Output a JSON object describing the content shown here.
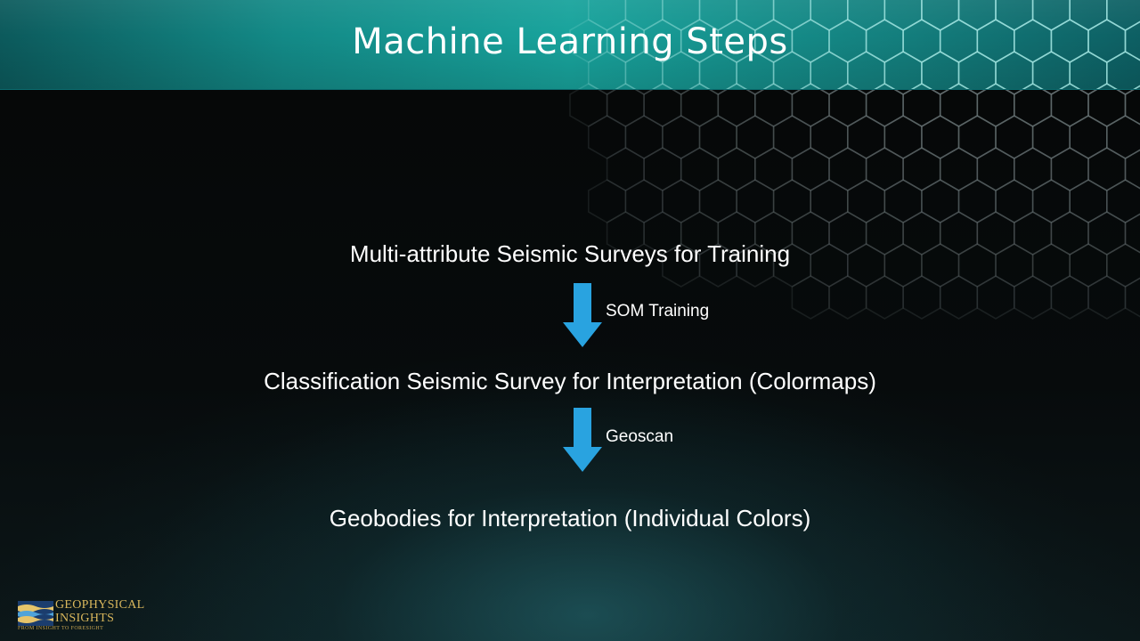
{
  "slide": {
    "title": "Machine Learning Steps"
  },
  "steps": [
    {
      "text": "Multi-attribute Seismic Surveys for Training"
    },
    {
      "text": "Classification Seismic Survey for Interpretation (Colormaps)"
    },
    {
      "text": "Geobodies for Interpretation (Individual Colors)"
    }
  ],
  "transitions": [
    {
      "label": "SOM Training"
    },
    {
      "label": "Geoscan"
    }
  ],
  "logo": {
    "line1": "GEOPHYSICAL",
    "line2": "INSIGHTS",
    "tagline": "FROM INSIGHT TO FORESIGHT"
  },
  "colors": {
    "header": "#18a39c",
    "arrow": "#29a3e0",
    "text": "#ffffff",
    "logo_gold": "#d9b75c"
  }
}
